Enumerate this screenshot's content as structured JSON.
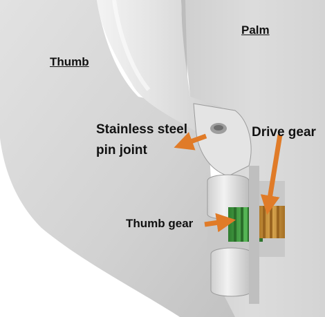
{
  "labels": {
    "palm": "Palm",
    "thumb": "Thumb",
    "pin_joint_line1": "Stainless steel",
    "pin_joint_line2": "pin joint",
    "drive_gear": "Drive gear",
    "thumb_gear": "Thumb gear"
  },
  "colors": {
    "arrow": "#E07B28",
    "drive_gear": "#C8923C",
    "thumb_gear": "#3E9A3E",
    "model_surface": "#D3D3D3",
    "background": "#FFFFFF"
  }
}
